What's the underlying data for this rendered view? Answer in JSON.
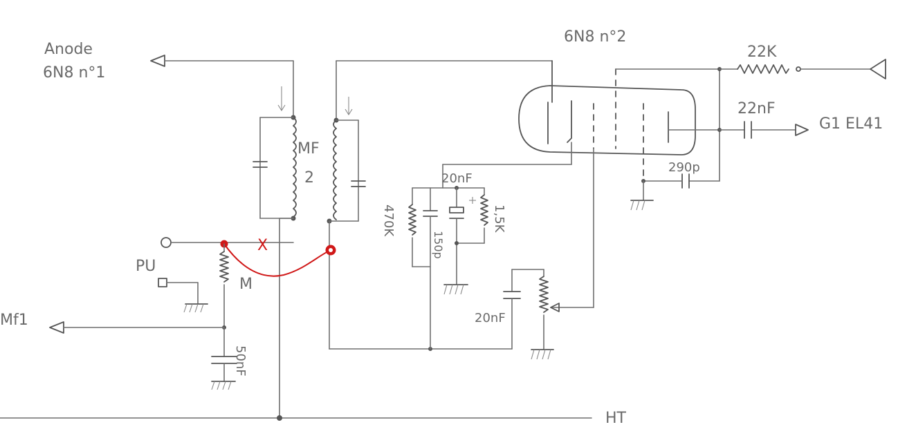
{
  "labels": {
    "anode_line1": "Anode",
    "anode_line2": "6N8 n°1",
    "tube2": "6N8 n°2",
    "mf2_line1": "MF",
    "mf2_line2": "2",
    "r22k": "22K",
    "c22nf": "22nF",
    "out_g1": "G1 EL41",
    "c20nf_top": "20nF",
    "r470k": "470K",
    "c150p": "150p",
    "r15k": "1,5K",
    "c290p": "290p",
    "c20nf_bottom": "20nF",
    "pu": "PU",
    "mf1": "Mf1",
    "r_m": "M",
    "c50nf": "50nF",
    "ht": "HT",
    "x_mark": "X"
  },
  "colors": {
    "pencil": "#6e6e6e",
    "red_mod": "#d01818"
  }
}
